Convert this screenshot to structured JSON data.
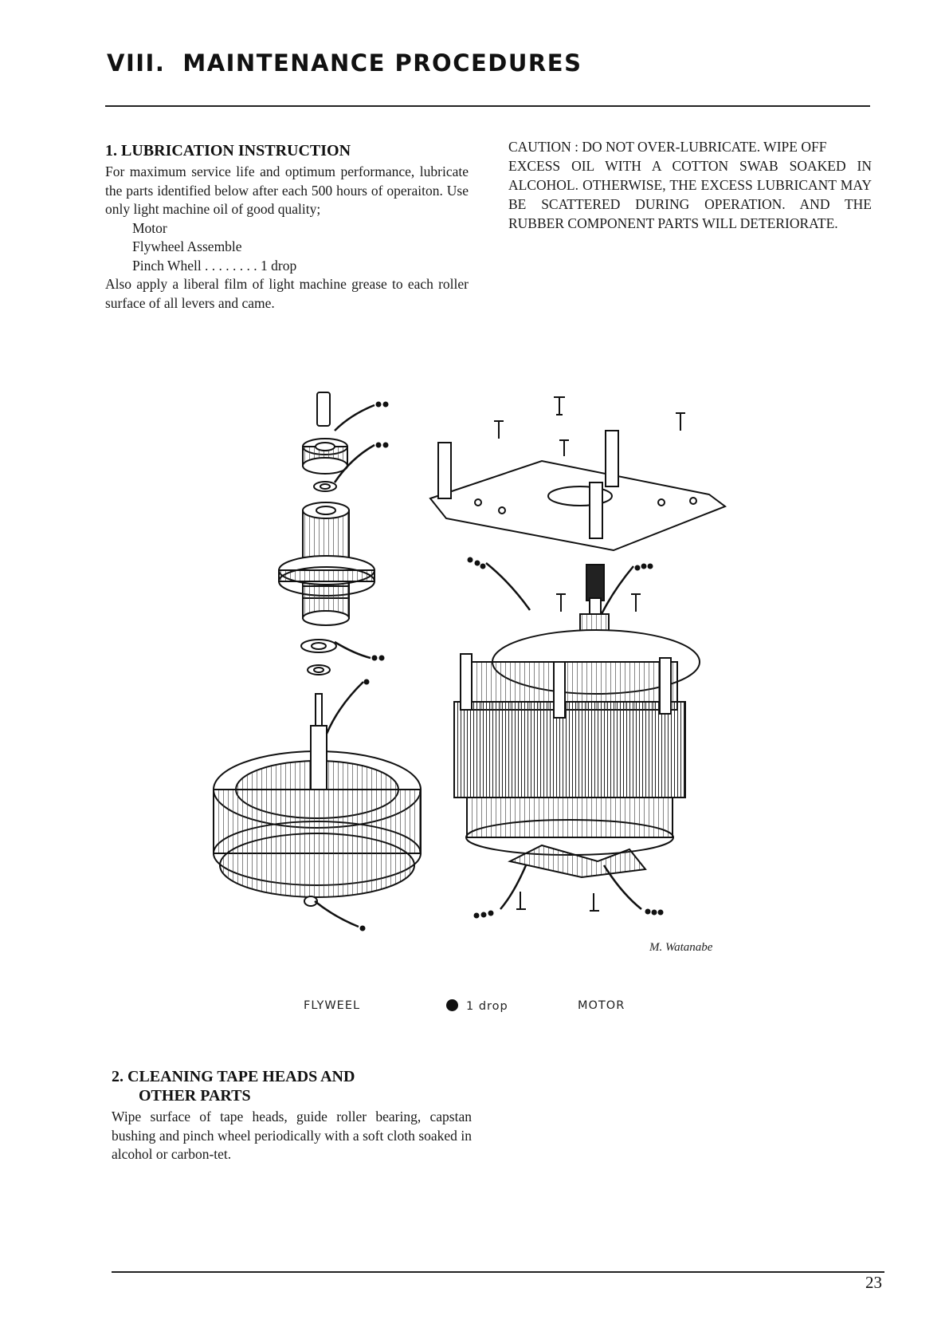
{
  "page": {
    "chapter_number": "VIII.",
    "chapter_title": "MAINTENANCE PROCEDURES",
    "page_number": "23"
  },
  "section1": {
    "heading": "1.  LUBRICATION INSTRUCTION",
    "intro": "For maximum service life and optimum performance, lubricate the parts identified below after each 500 hours of operaiton. Use only light machine oil of good quality;",
    "parts": [
      "Motor",
      "Flywheel Assemble",
      "Pinch Whell . . . . . . . . 1 drop"
    ],
    "outro": "Also apply a liberal film of light machine grease to each roller surface of all levers and came."
  },
  "caution": {
    "label": "CAUTION :",
    "line1": "DO NOT OVER-LUBRICATE. WIPE OFF",
    "rest": "EXCESS OIL WITH A COTTON SWAB SOAKED IN ALCOHOL. OTHERWISE, THE EXCESS LUBRICANT MAY BE SCATTERED DURING OPERATION. AND THE RUBBER COMPONENT PARTS WILL DETERIORATE."
  },
  "figure": {
    "caption_left": "FLYWEEL",
    "legend": "1 drop",
    "caption_right": "MOTOR",
    "signature": "M. Watanabe"
  },
  "section2": {
    "heading_line1": "2.  CLEANING TAPE HEADS AND",
    "heading_line2": "OTHER PARTS",
    "body": "Wipe surface of tape heads, guide roller bearing, capstan bushing and pinch wheel periodically with a soft cloth soaked in alcohol or carbon-tet."
  }
}
